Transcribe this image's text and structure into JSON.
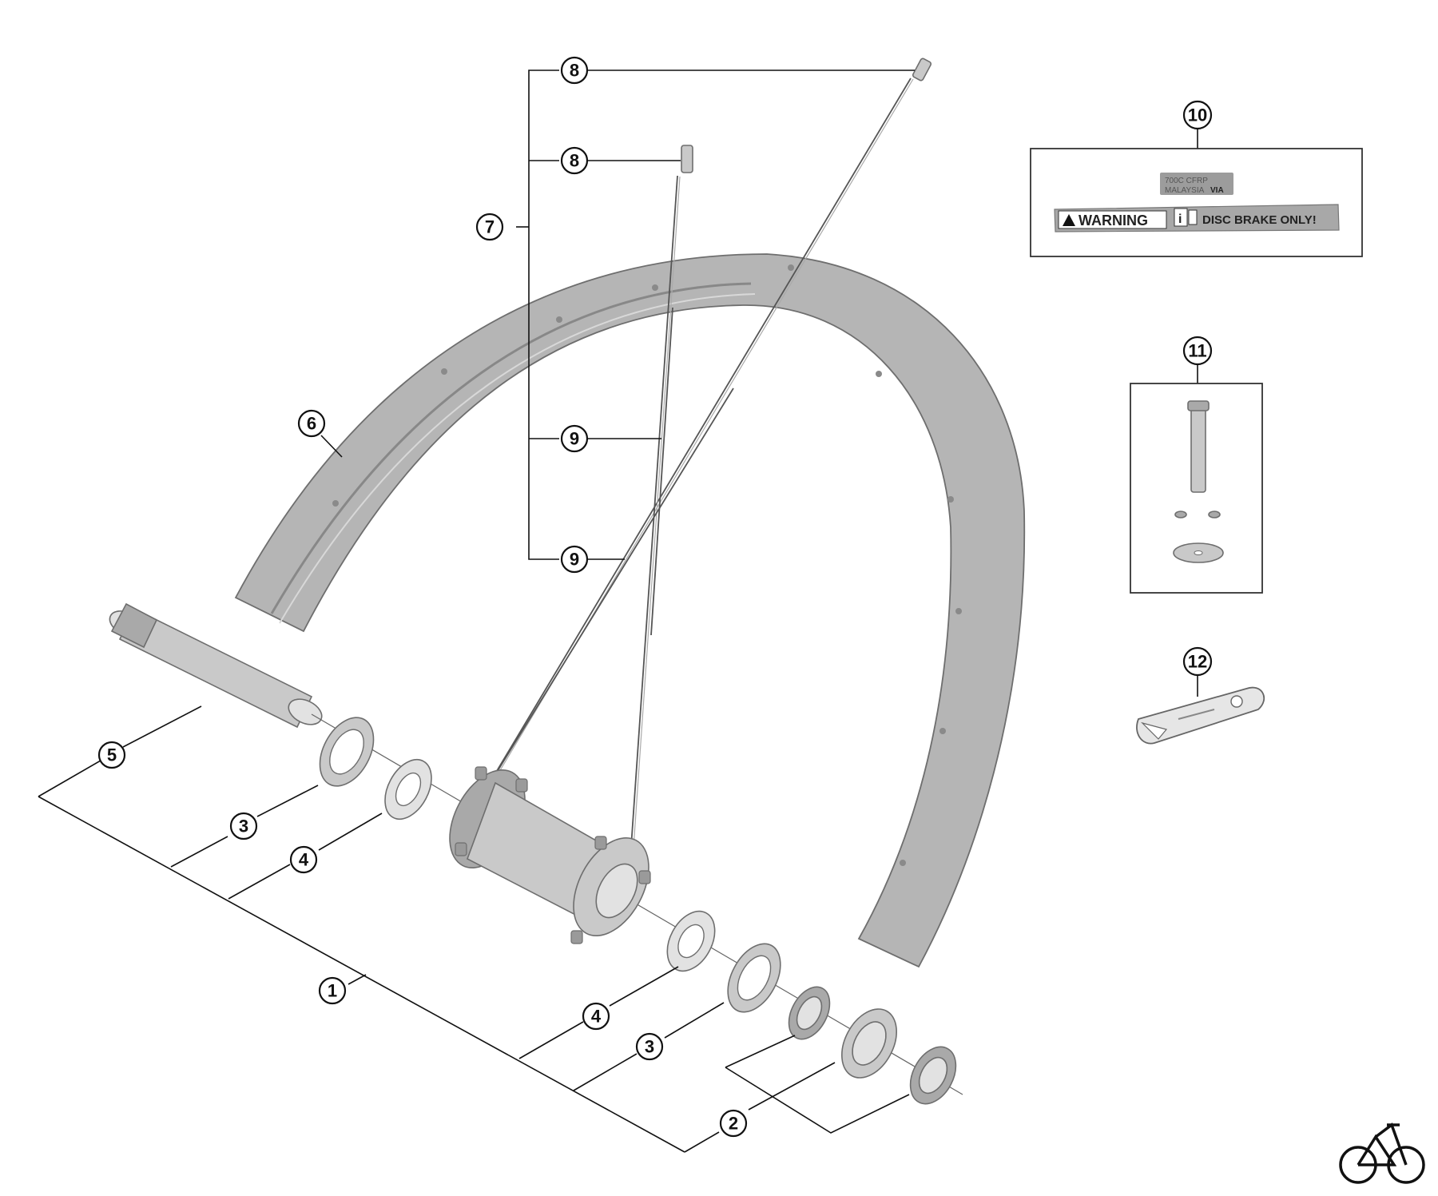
{
  "callouts": [
    {
      "id": "c8a",
      "label": "8"
    },
    {
      "id": "c8b",
      "label": "8"
    },
    {
      "id": "c7",
      "label": "7"
    },
    {
      "id": "c9a",
      "label": "9"
    },
    {
      "id": "c9b",
      "label": "9"
    },
    {
      "id": "c6",
      "label": "6"
    },
    {
      "id": "c5",
      "label": "5"
    },
    {
      "id": "c3a",
      "label": "3"
    },
    {
      "id": "c4a",
      "label": "4"
    },
    {
      "id": "c1",
      "label": "1"
    },
    {
      "id": "c4b",
      "label": "4"
    },
    {
      "id": "c3b",
      "label": "3"
    },
    {
      "id": "c2",
      "label": "2"
    },
    {
      "id": "c10",
      "label": "10"
    },
    {
      "id": "c11",
      "label": "11"
    },
    {
      "id": "c12",
      "label": "12"
    }
  ],
  "sticker": {
    "line1": "700C CFRP",
    "line2": "MALAYSIA",
    "brand": "VIA",
    "warning": "WARNING",
    "info": "i",
    "disc": "DISC BRAKE ONLY!"
  },
  "logo_icon": "bicycle-icon"
}
